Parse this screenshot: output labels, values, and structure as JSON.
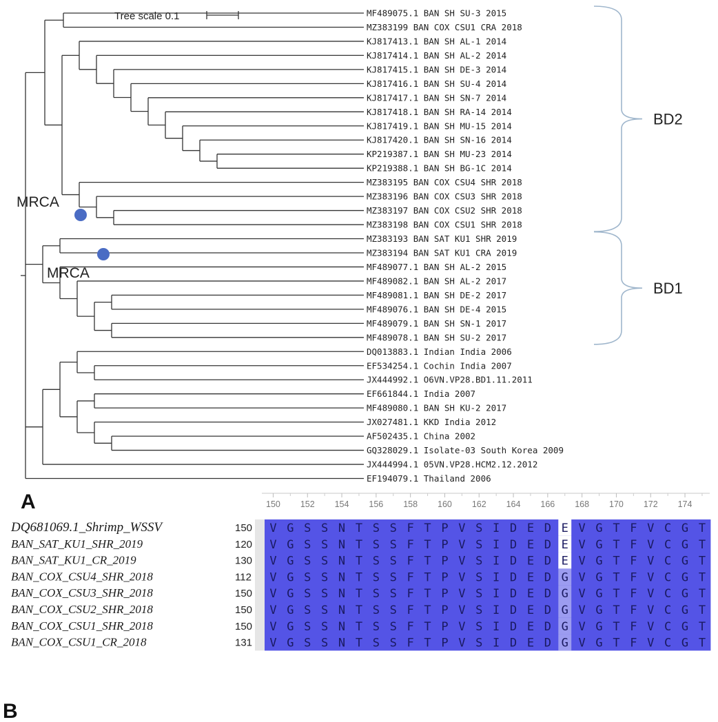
{
  "panelA": {
    "letter": "A",
    "scale": {
      "label": "Tree scale 0.1"
    },
    "mrca_label": "MRCA",
    "clades": [
      {
        "label": "BD2",
        "from": 0,
        "to": 15
      },
      {
        "label": "BD1",
        "from": 16,
        "to": 23
      }
    ],
    "leaves": [
      "MF489075.1 BAN SH SU-3 2015",
      "MZ383199 BAN COX CSU1 CRA 2018",
      "KJ817413.1 BAN SH AL-1 2014",
      "KJ817414.1 BAN SH AL-2 2014",
      "KJ817415.1 BAN SH DE-3 2014",
      "KJ817416.1 BAN SH SU-4 2014",
      "KJ817417.1 BAN SH SN-7 2014",
      "KJ817418.1 BAN SH RA-14 2014",
      "KJ817419.1 BAN SH MU-15 2014",
      "KJ817420.1 BAN SH SN-16 2014",
      "KP219387.1 BAN SH MU-23 2014",
      "KP219388.1 BAN SH BG-1C 2014",
      "MZ383195 BAN COX CSU4 SHR 2018",
      "MZ383196 BAN COX CSU3 SHR 2018",
      "MZ383197 BAN COX CSU2 SHR 2018",
      "MZ383198 BAN COX CSU1 SHR 2018",
      "MZ383193 BAN SAT KU1 SHR 2019",
      "MZ383194 BAN SAT KU1 CRA 2019",
      "MF489077.1 BAN SH AL-2 2015",
      "MF489082.1 BAN SH AL-2 2017",
      "MF489081.1 BAN SH DE-2 2017",
      "MF489076.1 BAN SH DE-4 2015",
      "MF489079.1 BAN SH SN-1 2017",
      "MF489078.1 BAN SH SU-2 2017",
      "DQ013883.1 Indian India 2006",
      "EF534254.1 Cochin India 2007",
      "JX444992.1 O6VN.VP28.BD1.11.2011",
      "EF661844.1 India 2007",
      "MF489080.1 BAN SH KU-2 2017",
      "JX027481.1 KKD India 2012",
      "AF502435.1 China 2002",
      "GQ328029.1 Isolate-03 South Korea 2009",
      "JX444994.1 05VN.VP28.HCM2.12.2012",
      "EF194079.1 Thailand 2006"
    ]
  },
  "panelB": {
    "letter": "B",
    "ruler_ticks": [
      "150",
      "152",
      "154",
      "156",
      "158",
      "160",
      "162",
      "164",
      "166",
      "168",
      "170",
      "172",
      "174"
    ],
    "alignment_colors": {
      "identical": "#5454e6",
      "differs": "#ffffff",
      "variant": "#9c9cf0"
    },
    "rows": [
      {
        "name": "DQ681069.1_Shrimp_WSSV",
        "start": "150",
        "seq": "VGSSNTSSFTPVSIDEDEVGTFVCGT"
      },
      {
        "name": "BAN_SAT_KU1_SHR_2019",
        "start": "120",
        "seq": "VGSSNTSSFTPVSIDEDEVGTFVCGT"
      },
      {
        "name": "BAN_SAT_KU1_CR_2019",
        "start": "130",
        "seq": "VGSSNTSSFTPVSIDEDEVGTFVCGT"
      },
      {
        "name": "BAN_COX_CSU4_SHR_2018",
        "start": "112",
        "seq": "VGSSNTSSFTPVSIDEDGVGTFVCGT"
      },
      {
        "name": "BAN_COX_CSU3_SHR_2018",
        "start": "150",
        "seq": "VGSSNTSSFTPVSIDEDGVGTFVCGT"
      },
      {
        "name": "BAN_COX_CSU2_SHR_2018",
        "start": "150",
        "seq": "VGSSNTSSFTPVSIDEDGVGTFVCGT"
      },
      {
        "name": "BAN_COX_CSU1_SHR_2018",
        "start": "150",
        "seq": "VGSSNTSSFTPVSIDEDGVGTFVCGT"
      },
      {
        "name": "BAN_COX_CSU1_CR_2018",
        "start": "131",
        "seq": "VGSSNTSSFTPVSIDEDGVGTFVCGT"
      }
    ]
  }
}
